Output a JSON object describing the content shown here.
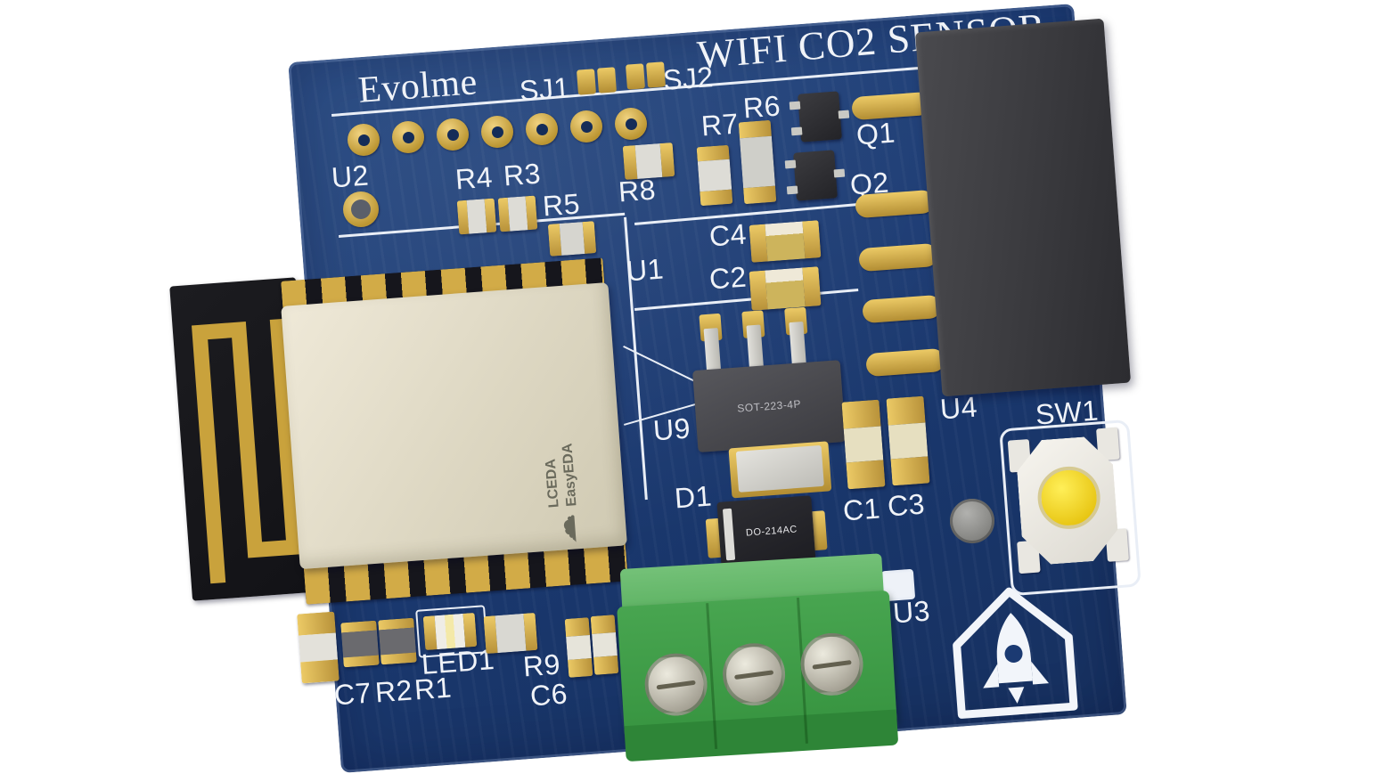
{
  "board": {
    "brand": "Evolme",
    "title": "WIFI CO2 SENSOR"
  },
  "silkscreen": {
    "u2": "U2",
    "sj1": "SJ1",
    "sj2": "SJ2",
    "r4": "R4",
    "r3": "R3",
    "r5": "R5",
    "r8": "R8",
    "r7": "R7",
    "r6": "R6",
    "q1": "Q1",
    "q2": "Q2",
    "c4": "C4",
    "c2": "C2",
    "u1": "U1",
    "u9": "U9",
    "d1": "D1",
    "c1": "C1",
    "c3": "C3",
    "u4": "U4",
    "sw1": "SW1",
    "u3": "U3",
    "led1": "LED1",
    "r9": "R9",
    "c6": "C6",
    "c7": "C7",
    "r2": "R2",
    "r1": "R1"
  },
  "markings": {
    "u9_package": "SOT-223-4P",
    "d1_package": "DO-214AC",
    "module_brand_line1": "LCEDA",
    "module_brand_line2": "EasyEDA"
  },
  "icons": {
    "cloud_glyph": "☁"
  },
  "colors": {
    "pcb": "#1b3a72",
    "gold": "#cfa845",
    "silkscreen": "#f0f3f8",
    "terminal_green": "#3a9a43",
    "button_yellow": "#f2d71e",
    "module_beige": "#ded8c2"
  }
}
